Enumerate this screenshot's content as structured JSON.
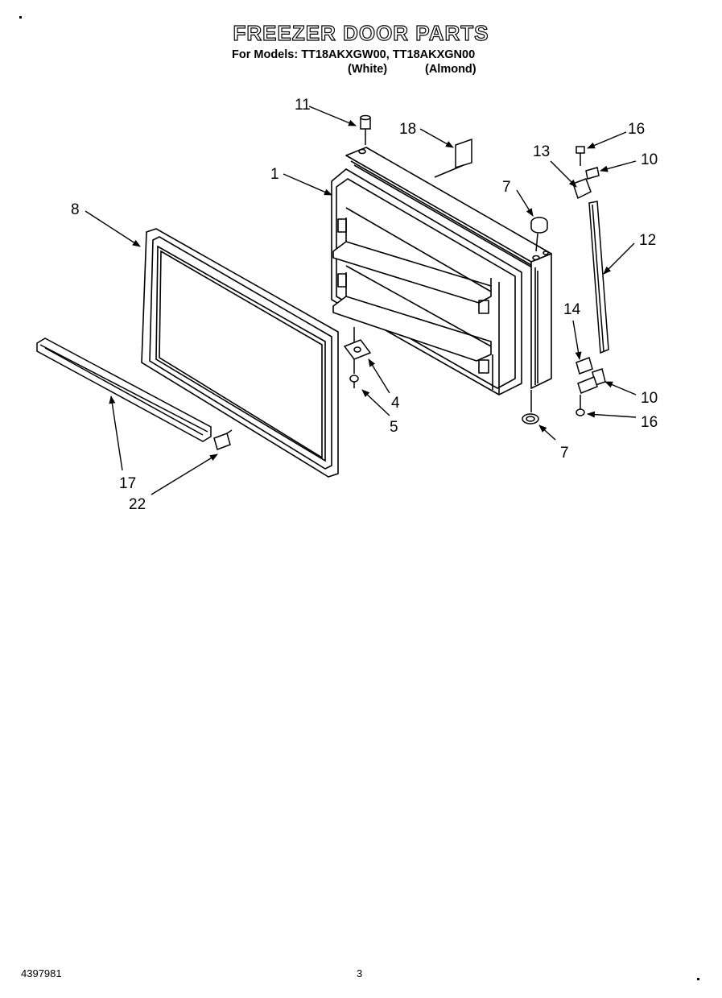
{
  "header": {
    "title": "FREEZER DOOR PARTS",
    "models_line": "For Models: TT18AKXGW00, TT18AKXGN00",
    "color_white": "(White)",
    "color_almond": "(Almond)"
  },
  "callouts": [
    "11",
    "18",
    "16",
    "13",
    "10",
    "1",
    "7",
    "8",
    "12",
    "14",
    "10",
    "4",
    "5",
    "16",
    "7",
    "17",
    "22"
  ],
  "footer": {
    "doc_number": "4397981",
    "page_number": "3"
  }
}
